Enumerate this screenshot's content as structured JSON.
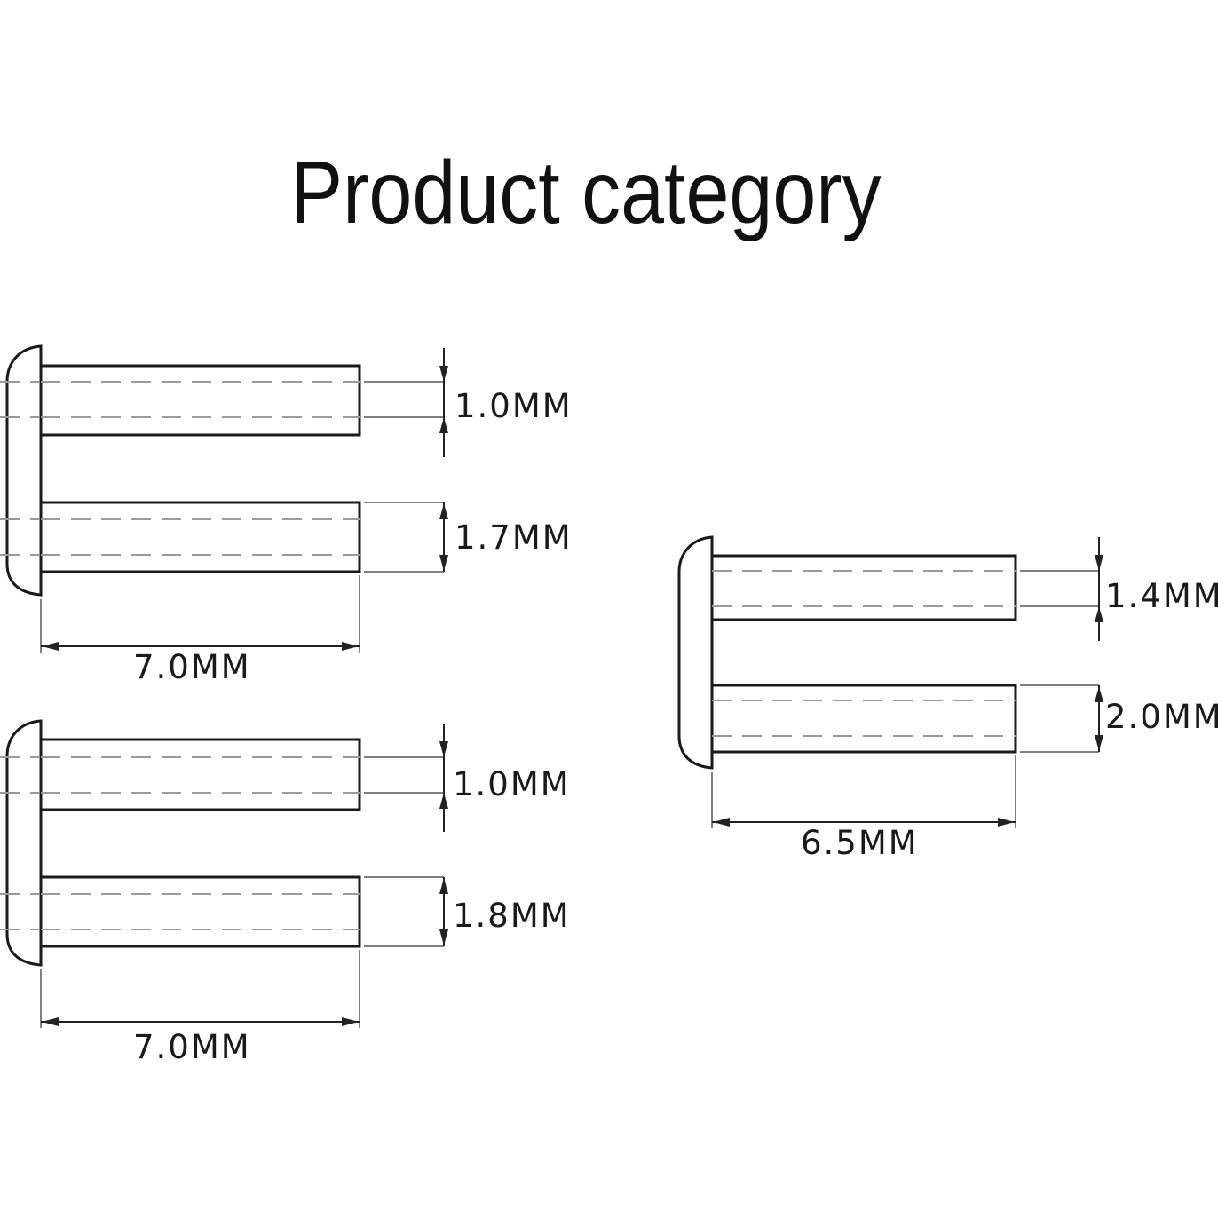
{
  "title": "Product category",
  "groups": [
    {
      "name": "group-top-left",
      "rivets": [
        {
          "diameter_label": "1.0MM"
        },
        {
          "diameter_label": "1.7MM"
        }
      ],
      "length_label": "7.0MM"
    },
    {
      "name": "group-bottom-left",
      "rivets": [
        {
          "diameter_label": "1.0MM"
        },
        {
          "diameter_label": "1.8MM"
        }
      ],
      "length_label": "7.0MM"
    },
    {
      "name": "group-right",
      "rivets": [
        {
          "diameter_label": "1.4MM"
        },
        {
          "diameter_label": "2.0MM"
        }
      ],
      "length_label": "6.5MM"
    }
  ]
}
